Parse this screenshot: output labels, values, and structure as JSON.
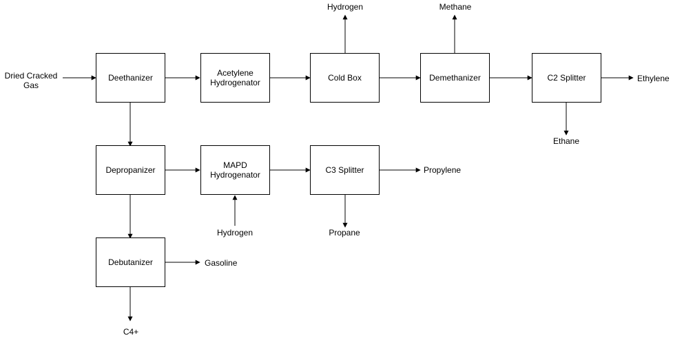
{
  "units": {
    "deethanizer": "Deethanizer",
    "acetylene_hydrogenator": "Acetylene\nHydrogenator",
    "cold_box": "Cold Box",
    "demethanizer": "Demethanizer",
    "c2_splitter": "C2 Splitter",
    "depropanizer": "Depropanizer",
    "mapd_hydrogenator": "MAPD\nHydrogenator",
    "c3_splitter": "C3 Splitter",
    "debutanizer": "Debutanizer"
  },
  "streams": {
    "feed": "Dried Cracked\nGas",
    "hydrogen_out": "Hydrogen",
    "methane": "Methane",
    "ethylene": "Ethylene",
    "ethane": "Ethane",
    "propylene": "Propylene",
    "hydrogen_in": "Hydrogen",
    "propane": "Propane",
    "gasoline": "Gasoline",
    "c4_plus": "C4+"
  },
  "colors": {
    "line": "#000000",
    "box_border": "#000000",
    "background": "#ffffff"
  }
}
